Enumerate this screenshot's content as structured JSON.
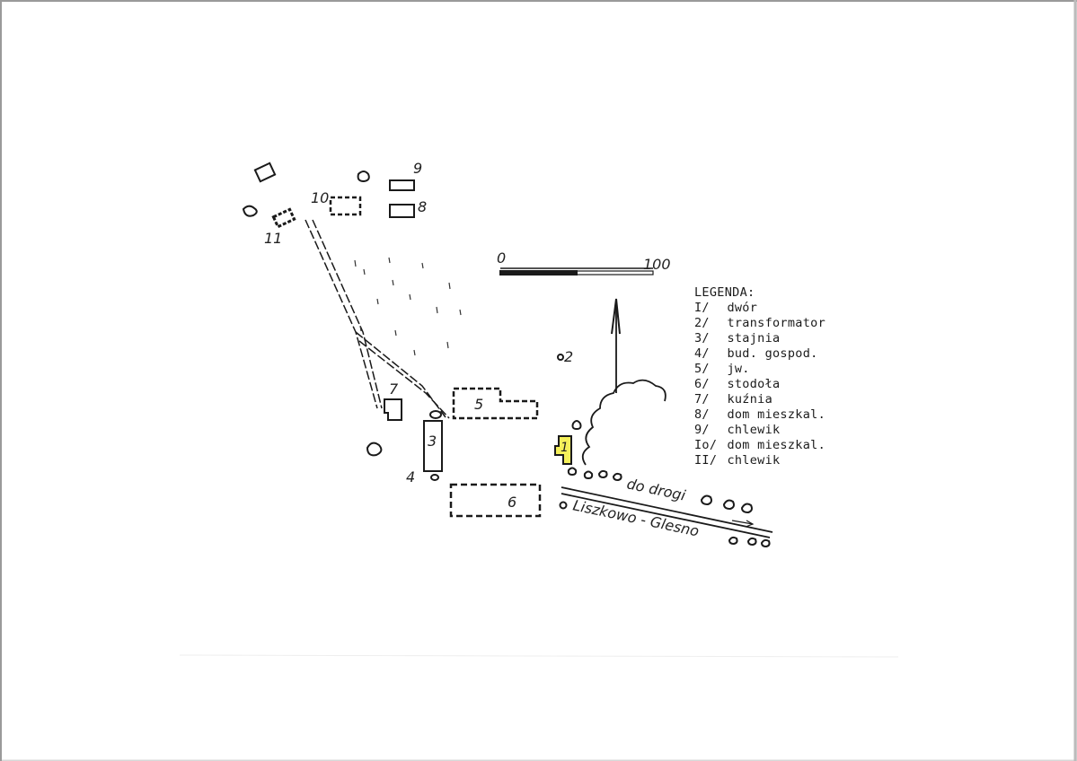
{
  "map": {
    "scale": {
      "start": "0",
      "end": "100"
    },
    "building_numbers": [
      "1",
      "2",
      "3",
      "4",
      "5",
      "6",
      "7",
      "8",
      "9",
      "10",
      "11"
    ],
    "road_labels": {
      "upper": "do drogi",
      "lower": "Liszkowo - Glesno"
    },
    "highlight_color": "#f5f05a",
    "line_color": "#1a1a1a"
  },
  "legend": {
    "title": "LEGENDA:",
    "items": [
      {
        "num": "I/",
        "label": "dwór"
      },
      {
        "num": "2/",
        "label": "transformator"
      },
      {
        "num": "3/",
        "label": "stajnia"
      },
      {
        "num": "4/",
        "label": "bud. gospod."
      },
      {
        "num": "5/",
        "label": "jw."
      },
      {
        "num": "6/",
        "label": "stodoła"
      },
      {
        "num": "7/",
        "label": "kuźnia"
      },
      {
        "num": "8/",
        "label": "dom mieszkal."
      },
      {
        "num": "9/",
        "label": "chlewik"
      },
      {
        "num": "Io/",
        "label": "dom mieszkal."
      },
      {
        "num": "II/",
        "label": "chlewik"
      }
    ]
  }
}
